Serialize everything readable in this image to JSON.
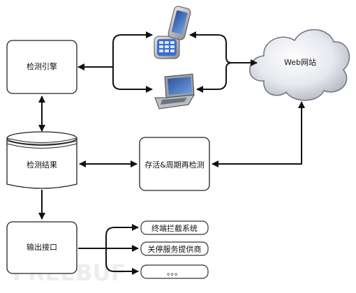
{
  "nodes": {
    "engine": "检测引擎",
    "results": "检测结果",
    "output": "输出接口",
    "recheck": "存活&周期再检测",
    "website": "Web网站"
  },
  "targets": [
    "终端拦截系统",
    "关停服务提供商",
    "。。。"
  ],
  "watermark": "FREEBUF",
  "icons": {
    "phone": "mobile-phone-icon",
    "laptop": "laptop-icon",
    "cloud": "cloud-icon",
    "database": "database-cylinder-icon"
  }
}
